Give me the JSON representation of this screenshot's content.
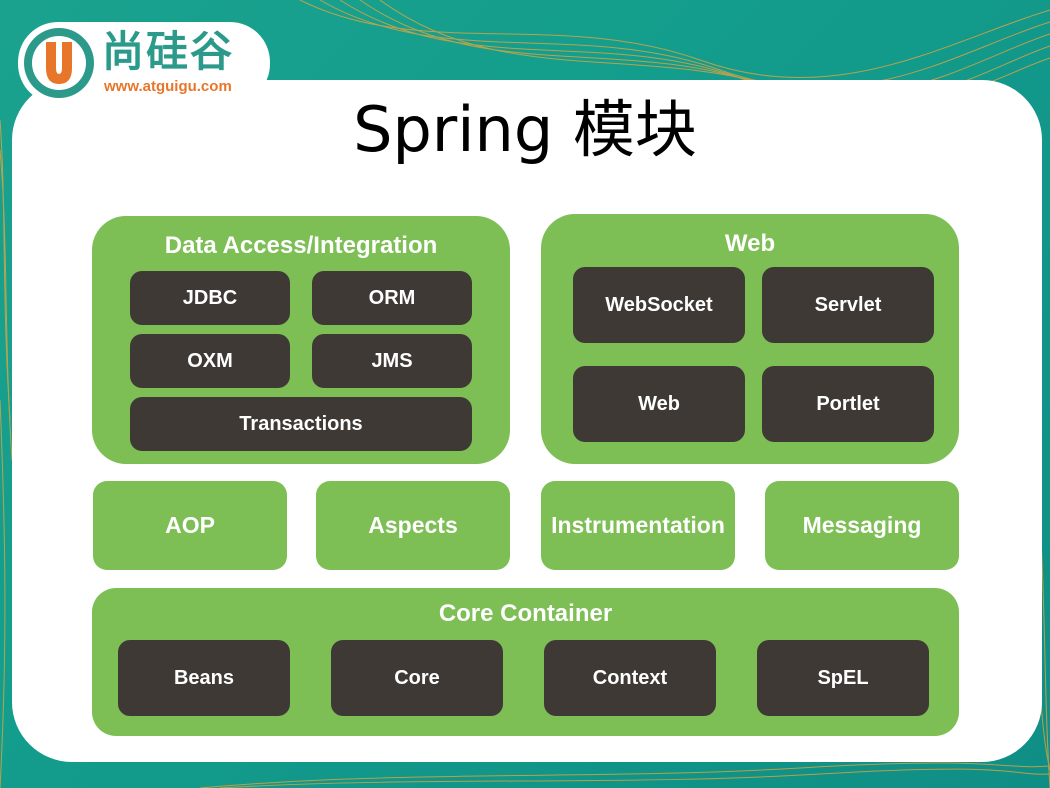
{
  "slide": {
    "title": "Spring 模块"
  },
  "logo": {
    "badge_letter": "U",
    "name": "尚硅谷",
    "url": "www.atguigu.com"
  },
  "data_access": {
    "title": "Data Access/Integration",
    "modules": [
      "JDBC",
      "ORM",
      "OXM",
      "JMS",
      "Transactions"
    ]
  },
  "web": {
    "title": "Web",
    "modules": [
      "WebSocket",
      "Servlet",
      "Web",
      "Portlet"
    ]
  },
  "middle": {
    "modules": [
      "AOP",
      "Aspects",
      "Instrumentation",
      "Messaging"
    ]
  },
  "core_container": {
    "title": "Core Container",
    "modules": [
      "Beans",
      "Core",
      "Context",
      "SpEL"
    ]
  },
  "colors": {
    "background": "#139d8c",
    "accent_orange": "#e8762a",
    "group_green": "#7dbe55",
    "module_dark": "#3e3935"
  }
}
